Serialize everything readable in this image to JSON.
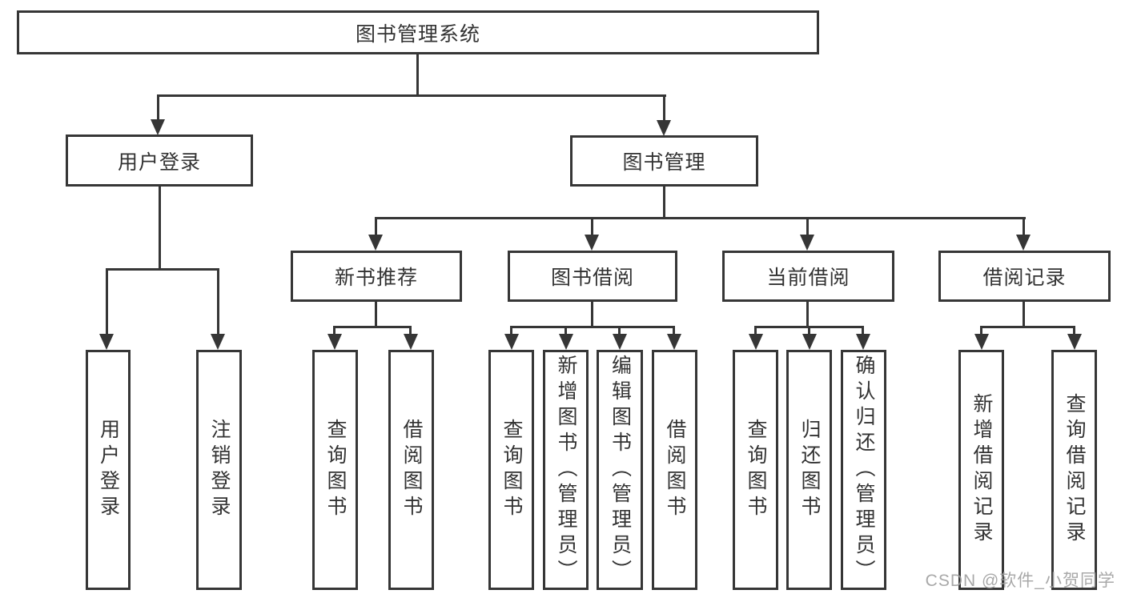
{
  "watermark": "CSDN @软件_小贺同学",
  "colors": {
    "line": "#363636",
    "text": "#333333",
    "background": "#ffffff"
  },
  "tree": {
    "root": {
      "label": "图书管理系统",
      "children": [
        {
          "label": "用户登录",
          "children": [
            {
              "label": "用户登录"
            },
            {
              "label": "注销登录"
            }
          ]
        },
        {
          "label": "图书管理",
          "children": [
            {
              "label": "新书推荐",
              "children": [
                {
                  "label": "查询图书"
                },
                {
                  "label": "借阅图书"
                }
              ]
            },
            {
              "label": "图书借阅",
              "children": [
                {
                  "label": "查询图书"
                },
                {
                  "label": "新增图书（管理员）"
                },
                {
                  "label": "编辑图书（管理员）"
                },
                {
                  "label": "借阅图书"
                }
              ]
            },
            {
              "label": "当前借阅",
              "children": [
                {
                  "label": "查询图书"
                },
                {
                  "label": "归还图书"
                },
                {
                  "label": "确认归还（管理员）"
                }
              ]
            },
            {
              "label": "借阅记录",
              "children": [
                {
                  "label": "新增借阅记录"
                },
                {
                  "label": "查询借阅记录"
                }
              ]
            }
          ]
        }
      ]
    }
  }
}
